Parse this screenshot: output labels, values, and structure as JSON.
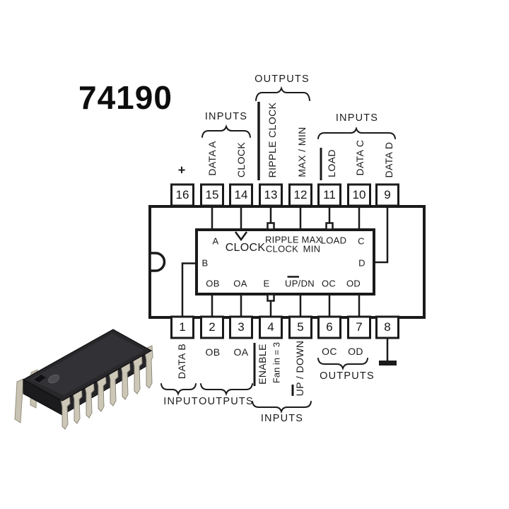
{
  "title": "74190",
  "power_label": "+",
  "colors": {
    "diagram_line": "#1a1a1a",
    "text": "#1b1b1b",
    "background": "#ffffff",
    "chip_body": "#2b2b2e",
    "chip_pin": "#cdc7b7"
  },
  "pins": {
    "top": [
      {
        "number": "16",
        "label": ""
      },
      {
        "number": "15",
        "label": "DATA A"
      },
      {
        "number": "14",
        "label": "CLOCK"
      },
      {
        "number": "13",
        "label": "RIPPLE CLOCK",
        "overbar": true
      },
      {
        "number": "12",
        "label": "MAX / MIN"
      },
      {
        "number": "11",
        "label": "LOAD",
        "overbar": true
      },
      {
        "number": "10",
        "label": "DATA C"
      },
      {
        "number": "9",
        "label": "DATA D"
      }
    ],
    "bottom": [
      {
        "number": "1",
        "label": "DATA B"
      },
      {
        "number": "2",
        "label": "OB"
      },
      {
        "number": "3",
        "label": "OA"
      },
      {
        "number": "4",
        "label": "ENABLE",
        "note": "Fan in = 3",
        "overbar": true
      },
      {
        "number": "5",
        "label": "UP / DOWN",
        "overbar_on": "UP"
      },
      {
        "number": "6",
        "label": "OC"
      },
      {
        "number": "7",
        "label": "OD"
      },
      {
        "number": "8",
        "label": "",
        "ground": true
      }
    ]
  },
  "groups": {
    "inputs_top_left": "INPUTS",
    "outputs_top": "OUTPUTS",
    "inputs_top_right": "INPUTS",
    "input_bottom_left": "INPUT",
    "outputs_bottom_left": "OUTPUTS",
    "inputs_bottom_middle": "INPUTS",
    "outputs_bottom_right": "OUTPUTS"
  },
  "internal": {
    "a": "A",
    "clock": "CLOCK",
    "ripple_l1": "RIPPLE",
    "ripple_l2": "CLOCK",
    "max": "MAX",
    "min": "MIN",
    "load": "LOAD",
    "c": "C",
    "b": "B",
    "d": "D",
    "ob": "OB",
    "oa": "OA",
    "e": "E",
    "up_dn": "UP/DN",
    "oc": "OC",
    "od": "OD"
  }
}
